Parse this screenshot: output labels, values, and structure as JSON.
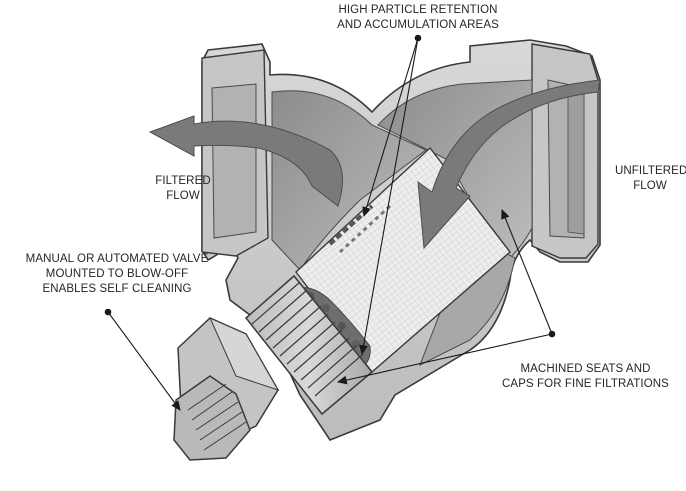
{
  "labels": {
    "particle_areas": {
      "line1": "HIGH PARTICLE RETENTION",
      "line2": "AND ACCUMULATION AREAS"
    },
    "filtered_flow": {
      "line1": "FILTERED",
      "line2": "FLOW"
    },
    "unfiltered_flow": {
      "line1": "UNFILTERED",
      "line2": "FLOW"
    },
    "blowoff_valve": {
      "line1": "MANUAL OR AUTOMATED VALVE",
      "line2": "MOUNTED TO BLOW-OFF",
      "line3": "ENABLES SELF CLEANING"
    },
    "machined_seats": {
      "line1": "MACHINED SEATS AND",
      "line2": "CAPS FOR FINE FILTRATIONS"
    }
  },
  "colors": {
    "body_outline": "#3a3a3a",
    "body_fill": "#cfcfcf",
    "cavity_fill": "#9a9a9a",
    "flow_arrow": "#7a7a7a",
    "screen_fill": "#ececec",
    "leader_line": "#1a1a1a"
  }
}
